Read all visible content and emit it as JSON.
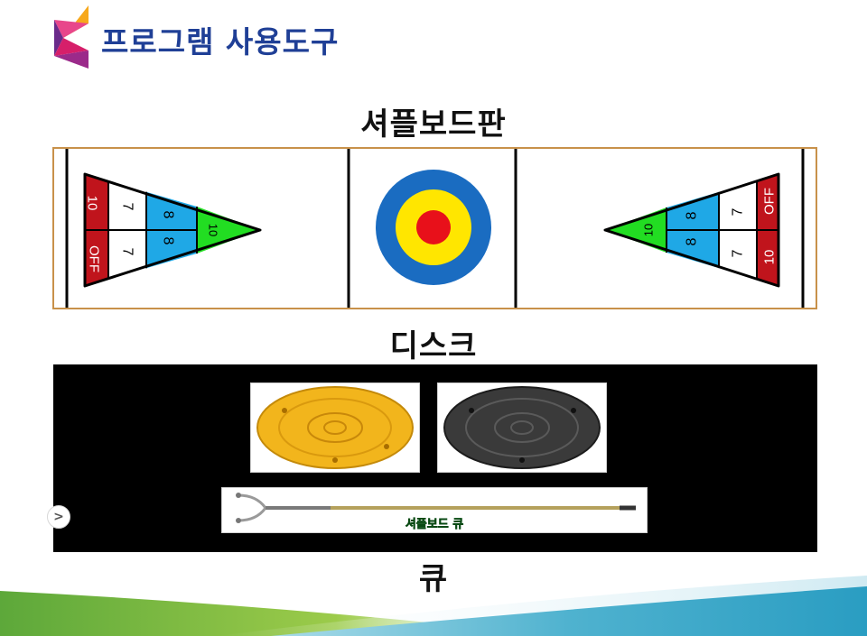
{
  "slide": {
    "title": "프로그램 사용도구",
    "headings": {
      "board": "셔플보드판",
      "disc": "디스크",
      "cue": "큐"
    }
  },
  "board": {
    "left_triangle": {
      "zone_10": "10",
      "zone_off": "OFF",
      "zone_7_top": "7",
      "zone_7_bottom": "7",
      "zone_8_top": "8",
      "zone_8_bottom": "8",
      "zone_tip": "10"
    },
    "right_triangle": {
      "zone_10": "10",
      "zone_off": "OFF",
      "zone_7_top": "7",
      "zone_7_bottom": "7",
      "zone_8_top": "8",
      "zone_8_bottom": "8",
      "zone_tip": "10"
    }
  },
  "cue_photo": {
    "caption": "셔플보드 큐"
  },
  "navigation": {
    "next_glyph": ">"
  },
  "icons": {
    "logo": "slide-logo-icon",
    "next": "chevron-right-icon"
  },
  "colors": {
    "title": "#1f3f96",
    "zone_red": "#c0141c",
    "zone_blue": "#1fa8e6",
    "zone_green": "#22dd22",
    "target_blue": "#1a6cc1",
    "target_yellow": "#ffe600",
    "target_red": "#e8101a",
    "disc_yellow": "#f2b51c",
    "disc_black": "#3a3a3a"
  }
}
